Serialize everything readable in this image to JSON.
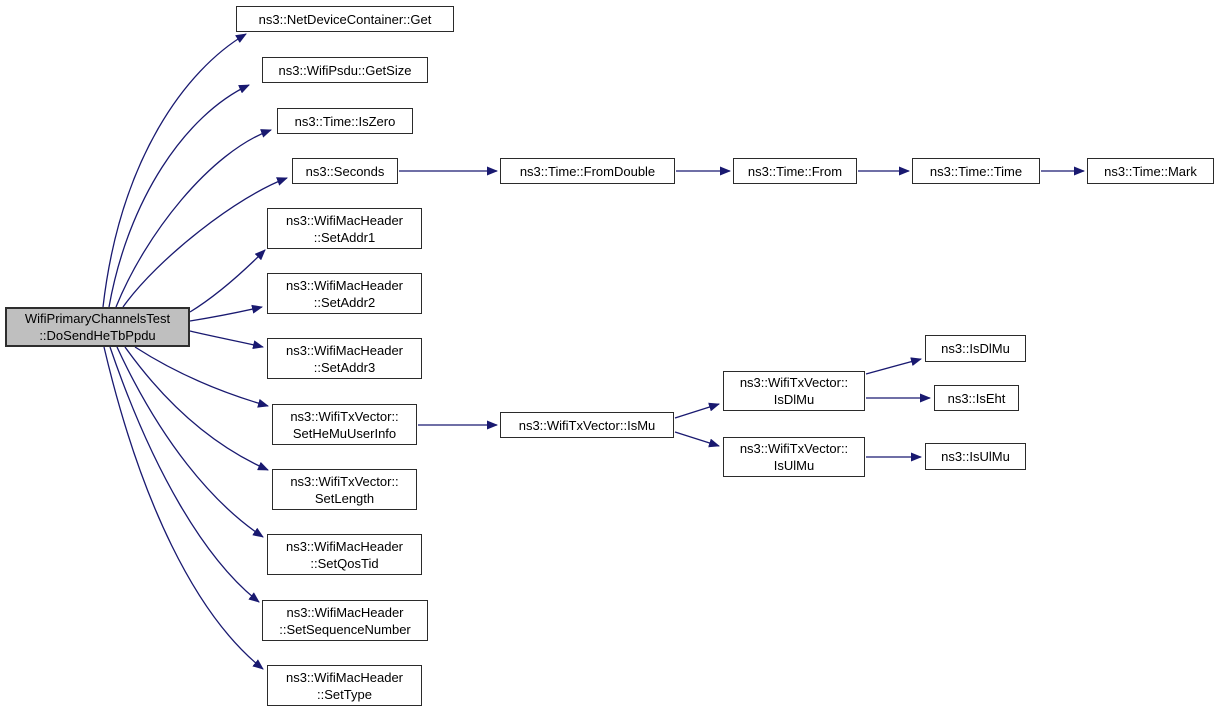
{
  "diagram": {
    "kind": "doxygen-call-graph",
    "background_color": "#ffffff",
    "edge_color": "#191970",
    "node_fill_color": "#ffffff",
    "node_border_color": "#2b2b2b",
    "focus_node_fill_color": "#bfbfbf",
    "focus_node_border_color": "#2e2e2e",
    "text_color": "#000000"
  },
  "nodes": [
    {
      "id": "do-send-he-tb-ppdu",
      "label": "WifiPrimaryChannelsTest\n::DoSendHeTbPpdu",
      "focus": true
    },
    {
      "id": "net-device-container-get",
      "label": "ns3::NetDeviceContainer::Get"
    },
    {
      "id": "wifi-psdu-get-size",
      "label": "ns3::WifiPsdu::GetSize"
    },
    {
      "id": "time-is-zero",
      "label": "ns3::Time::IsZero"
    },
    {
      "id": "seconds",
      "label": "ns3::Seconds"
    },
    {
      "id": "set-addr1",
      "label": "ns3::WifiMacHeader\n::SetAddr1"
    },
    {
      "id": "set-addr2",
      "label": "ns3::WifiMacHeader\n::SetAddr2"
    },
    {
      "id": "set-addr3",
      "label": "ns3::WifiMacHeader\n::SetAddr3"
    },
    {
      "id": "set-he-mu-user-info",
      "label": "ns3::WifiTxVector::\nSetHeMuUserInfo"
    },
    {
      "id": "set-length",
      "label": "ns3::WifiTxVector::\nSetLength"
    },
    {
      "id": "set-qos-tid",
      "label": "ns3::WifiMacHeader\n::SetQosTid"
    },
    {
      "id": "set-sequence-number",
      "label": "ns3::WifiMacHeader\n::SetSequenceNumber"
    },
    {
      "id": "set-type",
      "label": "ns3::WifiMacHeader\n::SetType"
    },
    {
      "id": "time-from-double",
      "label": "ns3::Time::FromDouble"
    },
    {
      "id": "time-from",
      "label": "ns3::Time::From"
    },
    {
      "id": "time-time",
      "label": "ns3::Time::Time"
    },
    {
      "id": "time-mark",
      "label": "ns3::Time::Mark"
    },
    {
      "id": "tx-vector-is-mu",
      "label": "ns3::WifiTxVector::IsMu"
    },
    {
      "id": "tx-vector-is-dl-mu",
      "label": "ns3::WifiTxVector::\nIsDlMu"
    },
    {
      "id": "tx-vector-is-ul-mu",
      "label": "ns3::WifiTxVector::\nIsUlMu"
    },
    {
      "id": "is-dl-mu",
      "label": "ns3::IsDlMu"
    },
    {
      "id": "is-eht",
      "label": "ns3::IsEht"
    },
    {
      "id": "is-ul-mu",
      "label": "ns3::IsUlMu"
    }
  ],
  "edges": [
    {
      "from": "do-send-he-tb-ppdu",
      "to": "net-device-container-get"
    },
    {
      "from": "do-send-he-tb-ppdu",
      "to": "wifi-psdu-get-size"
    },
    {
      "from": "do-send-he-tb-ppdu",
      "to": "time-is-zero"
    },
    {
      "from": "do-send-he-tb-ppdu",
      "to": "seconds"
    },
    {
      "from": "do-send-he-tb-ppdu",
      "to": "set-addr1"
    },
    {
      "from": "do-send-he-tb-ppdu",
      "to": "set-addr2"
    },
    {
      "from": "do-send-he-tb-ppdu",
      "to": "set-addr3"
    },
    {
      "from": "do-send-he-tb-ppdu",
      "to": "set-he-mu-user-info"
    },
    {
      "from": "do-send-he-tb-ppdu",
      "to": "set-length"
    },
    {
      "from": "do-send-he-tb-ppdu",
      "to": "set-qos-tid"
    },
    {
      "from": "do-send-he-tb-ppdu",
      "to": "set-sequence-number"
    },
    {
      "from": "do-send-he-tb-ppdu",
      "to": "set-type"
    },
    {
      "from": "seconds",
      "to": "time-from-double"
    },
    {
      "from": "time-from-double",
      "to": "time-from"
    },
    {
      "from": "time-from",
      "to": "time-time"
    },
    {
      "from": "time-time",
      "to": "time-mark"
    },
    {
      "from": "set-he-mu-user-info",
      "to": "tx-vector-is-mu"
    },
    {
      "from": "tx-vector-is-mu",
      "to": "tx-vector-is-dl-mu"
    },
    {
      "from": "tx-vector-is-mu",
      "to": "tx-vector-is-ul-mu"
    },
    {
      "from": "tx-vector-is-dl-mu",
      "to": "is-dl-mu"
    },
    {
      "from": "tx-vector-is-dl-mu",
      "to": "is-eht"
    },
    {
      "from": "tx-vector-is-ul-mu",
      "to": "is-ul-mu"
    }
  ]
}
